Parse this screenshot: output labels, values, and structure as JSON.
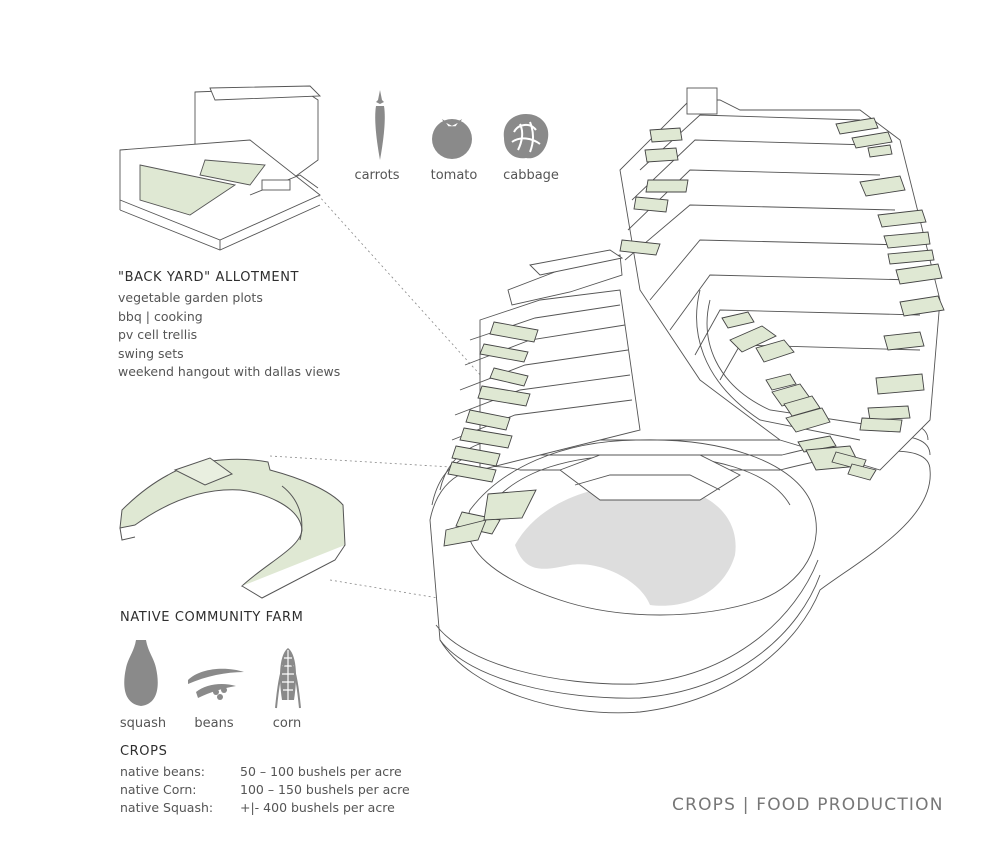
{
  "top_icons": [
    {
      "label": "carrots",
      "icon": "carrot-icon"
    },
    {
      "label": "tomato",
      "icon": "tomato-icon"
    },
    {
      "label": "cabbage",
      "icon": "cabbage-icon"
    }
  ],
  "backyard": {
    "title": "\"BACK YARD\" ALLOTMENT",
    "items": [
      "vegetable garden plots",
      "bbq | cooking",
      "pv cell trellis",
      "swing sets",
      "weekend hangout with dallas views"
    ]
  },
  "native_farm": {
    "title": "NATIVE COMMUNITY FARM"
  },
  "bottom_icons": [
    {
      "label": "squash",
      "icon": "squash-icon"
    },
    {
      "label": "beans",
      "icon": "beans-icon"
    },
    {
      "label": "corn",
      "icon": "corn-icon"
    }
  ],
  "crops": {
    "title": "CROPS",
    "rows": [
      {
        "name": "native beans:",
        "value": "50 – 100 bushels per acre"
      },
      {
        "name": "native Corn:",
        "value": "100 – 150 bushels per acre"
      },
      {
        "name": "native Squash:",
        "value": "+|- 400 bushels  per acre"
      }
    ]
  },
  "footer": "CROPS | FOOD PRODUCTION",
  "colors": {
    "green_fill": "#dfe8d3",
    "line": "#555555",
    "gray_shadow": "#dddddd",
    "icon_gray": "#8a8a8a"
  }
}
